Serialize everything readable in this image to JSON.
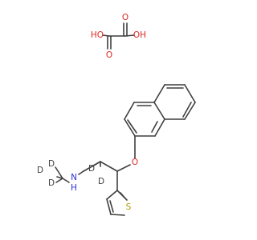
{
  "colors": {
    "bond": "#3f3f3f",
    "oxygen": "#e0261f",
    "nitrogen": "#2a2fd6",
    "sulfur": "#b09a00",
    "carbon_label": "#3f3f3f"
  },
  "atoms": {
    "oxalic_oh_left": "HO",
    "oxalic_oh_right": "OH",
    "oxalic_o_top": "O",
    "oxalic_o_bottom": "O",
    "ether_o": "O",
    "amine_n": "N",
    "amine_h": "H",
    "sulfur": "S",
    "deuterium_1": "D",
    "deuterium_2": "D",
    "deuterium_3": "D",
    "deuterium_4": "D",
    "deuterium_5": "D"
  }
}
